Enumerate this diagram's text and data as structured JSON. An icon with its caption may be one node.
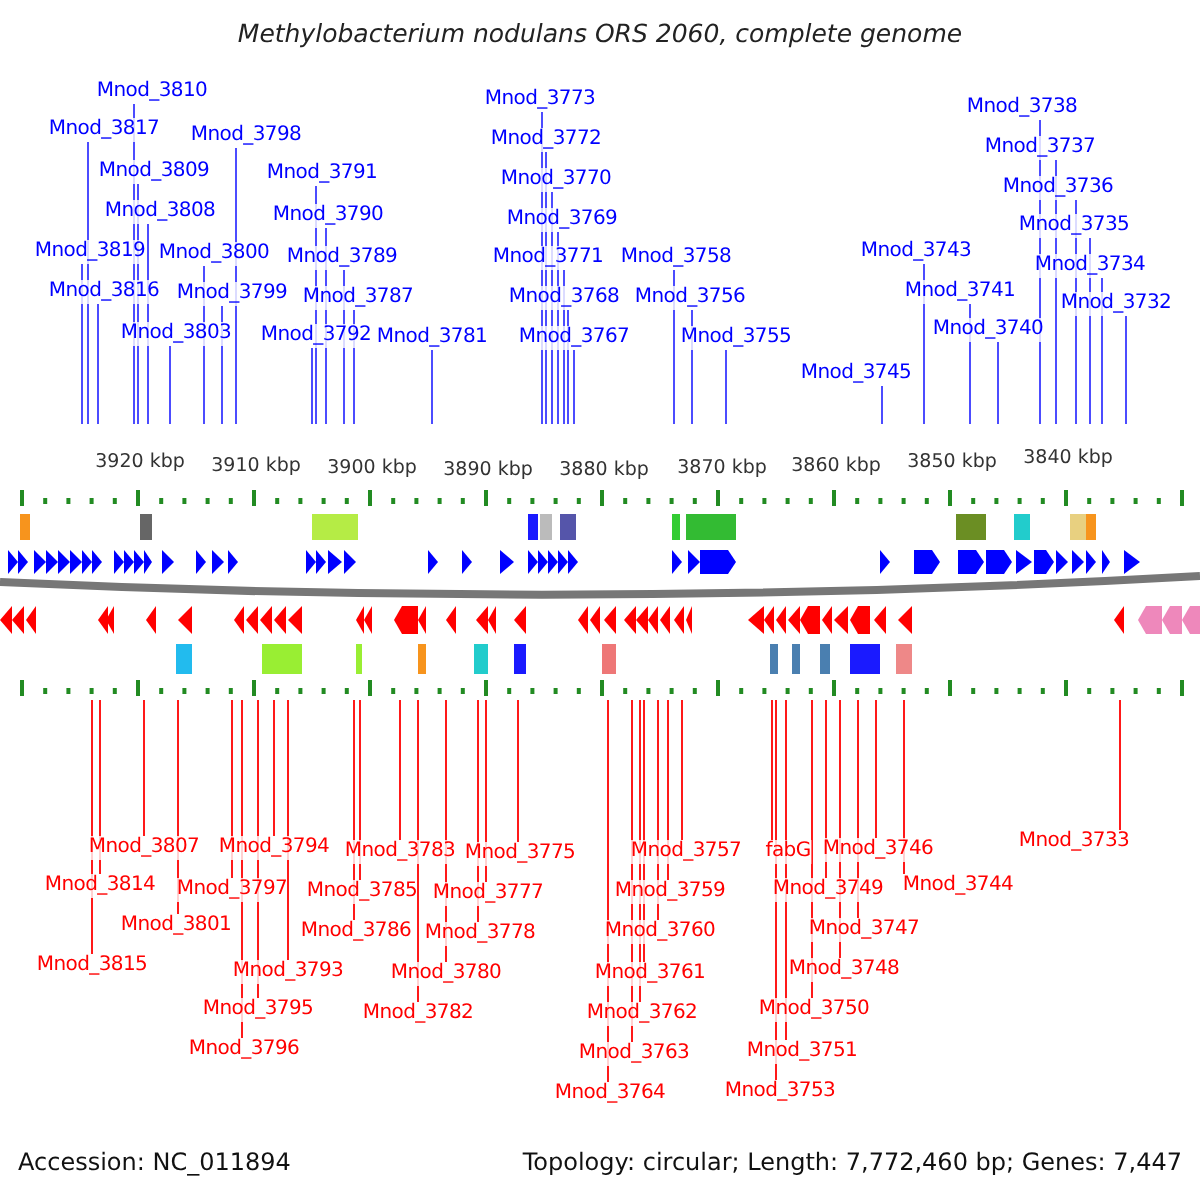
{
  "diagram": {
    "title": "Methylobacterium nodulans ORS 2060, complete genome",
    "nodes": [
      {
        "text": [
          "Mnod_3810"
        ]
      },
      {
        "text": [
          "Mnod_3817"
        ]
      },
      {
        "text": [
          "Mnod_3809"
        ]
      },
      {
        "text": [
          "Mnod_3808"
        ]
      },
      {
        "text": [
          "Mnod_3819"
        ]
      },
      {
        "text": [
          "Mnod_3816"
        ]
      },
      {
        "text": [
          "Mnod_3803"
        ]
      },
      {
        "text": [
          "Mnod_3800"
        ]
      },
      {
        "text": [
          "Mnod_3799"
        ]
      },
      {
        "text": [
          "Mnod_3798"
        ]
      },
      {
        "text": [
          "Mnod_3791"
        ]
      },
      {
        "text": [
          "Mnod_3790"
        ]
      },
      {
        "text": [
          "Mnod_3789"
        ]
      },
      {
        "text": [
          "Mnod_3787"
        ]
      },
      {
        "text": [
          "Mnod_3792"
        ]
      },
      {
        "text": [
          "Mnod_3781"
        ]
      },
      {
        "text": [
          "Mnod_3773"
        ]
      },
      {
        "text": [
          "Mnod_3772"
        ]
      },
      {
        "text": [
          "Mnod_3770"
        ]
      },
      {
        "text": [
          "Mnod_3769"
        ]
      },
      {
        "text": [
          "Mnod_3771"
        ]
      },
      {
        "text": [
          "Mnod_3768"
        ]
      },
      {
        "text": [
          "Mnod_3767"
        ]
      },
      {
        "text": [
          "Mnod_3758"
        ]
      },
      {
        "text": [
          "Mnod_3756"
        ]
      },
      {
        "text": [
          "Mnod_3755"
        ]
      },
      {
        "text": [
          "Mnod_3745"
        ]
      },
      {
        "text": [
          "Mnod_3743"
        ]
      },
      {
        "text": [
          "Mnod_3741"
        ]
      },
      {
        "text": [
          "Mnod_3740"
        ]
      },
      {
        "text": [
          "Mnod_3738"
        ]
      },
      {
        "text": [
          "Mnod_3737"
        ]
      },
      {
        "text": [
          "Mnod_3736"
        ]
      },
      {
        "text": [
          "Mnod_3735"
        ]
      },
      {
        "text": [
          "Mnod_3734"
        ]
      },
      {
        "text": [
          "Mnod_3732"
        ]
      },
      {
        "text": [
          "Mnod_3807"
        ]
      },
      {
        "text": [
          "Mnod_3814"
        ]
      },
      {
        "text": [
          "Mnod_3801"
        ]
      },
      {
        "text": [
          "Mnod_3815"
        ]
      },
      {
        "text": [
          "Mnod_3794"
        ]
      },
      {
        "text": [
          "Mnod_3797"
        ]
      },
      {
        "text": [
          "Mnod_3793"
        ]
      },
      {
        "text": [
          "Mnod_3795"
        ]
      },
      {
        "text": [
          "Mnod_3796"
        ]
      },
      {
        "text": [
          "Mnod_3783"
        ]
      },
      {
        "text": [
          "Mnod_3785"
        ]
      },
      {
        "text": [
          "Mnod_3786"
        ]
      },
      {
        "text": [
          "Mnod_3780"
        ]
      },
      {
        "text": [
          "Mnod_3782"
        ]
      },
      {
        "text": [
          "Mnod_3775"
        ]
      },
      {
        "text": [
          "Mnod_3777"
        ]
      },
      {
        "text": [
          "Mnod_3778"
        ]
      },
      {
        "text": [
          "Mnod_3757"
        ]
      },
      {
        "text": [
          "Mnod_3759"
        ]
      },
      {
        "text": [
          "Mnod_3760"
        ]
      },
      {
        "text": [
          "Mnod_3761"
        ]
      },
      {
        "text": [
          "Mnod_3762"
        ]
      },
      {
        "text": [
          "Mnod_3763"
        ]
      },
      {
        "text": [
          "Mnod_3764"
        ]
      },
      {
        "text": [
          "fabG"
        ]
      },
      {
        "text": [
          "Mnod_3746"
        ]
      },
      {
        "text": [
          "Mnod_3749"
        ]
      },
      {
        "text": [
          "Mnod_3747"
        ]
      },
      {
        "text": [
          "Mnod_3748"
        ]
      },
      {
        "text": [
          "Mnod_3750"
        ]
      },
      {
        "text": [
          "Mnod_3751"
        ]
      },
      {
        "text": [
          "Mnod_3753"
        ]
      },
      {
        "text": [
          "Mnod_3744"
        ]
      },
      {
        "text": [
          "Mnod_3733"
        ]
      }
    ],
    "edges": [
      {
        "from": 0,
        "to": null,
        "arrow": "none",
        "color": "#0000ff"
      },
      {
        "from": 1,
        "to": null,
        "arrow": "none",
        "color": "#0000ff"
      },
      {
        "from": 2,
        "to": null,
        "arrow": "none",
        "color": "#0000ff"
      },
      {
        "from": 3,
        "to": null,
        "arrow": "none",
        "color": "#0000ff"
      },
      {
        "from": 4,
        "to": null,
        "arrow": "none",
        "color": "#0000ff"
      },
      {
        "from": 5,
        "to": null,
        "arrow": "none",
        "color": "#0000ff"
      },
      {
        "from": 6,
        "to": null,
        "arrow": "none",
        "color": "#0000ff"
      },
      {
        "from": 7,
        "to": null,
        "arrow": "none",
        "color": "#0000ff"
      },
      {
        "from": 8,
        "to": null,
        "arrow": "none",
        "color": "#0000ff"
      },
      {
        "from": 9,
        "to": null,
        "arrow": "none",
        "color": "#0000ff"
      },
      {
        "from": 10,
        "to": null,
        "arrow": "none",
        "color": "#0000ff"
      },
      {
        "from": 11,
        "to": null,
        "arrow": "none",
        "color": "#0000ff"
      },
      {
        "from": 12,
        "to": null,
        "arrow": "none",
        "color": "#0000ff"
      },
      {
        "from": 13,
        "to": null,
        "arrow": "none",
        "color": "#0000ff"
      },
      {
        "from": 14,
        "to": null,
        "arrow": "none",
        "color": "#0000ff"
      },
      {
        "from": 15,
        "to": null,
        "arrow": "none",
        "color": "#0000ff"
      },
      {
        "from": 16,
        "to": null,
        "arrow": "none",
        "color": "#0000ff"
      },
      {
        "from": 17,
        "to": null,
        "arrow": "none",
        "color": "#0000ff"
      },
      {
        "from": 18,
        "to": null,
        "arrow": "none",
        "color": "#0000ff"
      },
      {
        "from": 19,
        "to": null,
        "arrow": "none",
        "color": "#0000ff"
      },
      {
        "from": 20,
        "to": null,
        "arrow": "none",
        "color": "#0000ff"
      },
      {
        "from": 21,
        "to": null,
        "arrow": "none",
        "color": "#0000ff"
      },
      {
        "from": 22,
        "to": null,
        "arrow": "none",
        "color": "#0000ff"
      },
      {
        "from": 23,
        "to": null,
        "arrow": "none",
        "color": "#0000ff"
      },
      {
        "from": 24,
        "to": null,
        "arrow": "none",
        "color": "#0000ff"
      },
      {
        "from": 25,
        "to": null,
        "arrow": "none",
        "color": "#0000ff"
      },
      {
        "from": 26,
        "to": null,
        "arrow": "none",
        "color": "#0000ff"
      },
      {
        "from": 27,
        "to": null,
        "arrow": "none",
        "color": "#0000ff"
      },
      {
        "from": 28,
        "to": null,
        "arrow": "none",
        "color": "#0000ff"
      },
      {
        "from": 29,
        "to": null,
        "arrow": "none",
        "color": "#0000ff"
      },
      {
        "from": 30,
        "to": null,
        "arrow": "none",
        "color": "#0000ff"
      },
      {
        "from": 31,
        "to": null,
        "arrow": "none",
        "color": "#0000ff"
      },
      {
        "from": 32,
        "to": null,
        "arrow": "none",
        "color": "#0000ff"
      },
      {
        "from": 33,
        "to": null,
        "arrow": "none",
        "color": "#0000ff"
      },
      {
        "from": 34,
        "to": null,
        "arrow": "none",
        "color": "#0000ff"
      },
      {
        "from": 35,
        "to": null,
        "arrow": "none",
        "color": "#0000ff"
      },
      {
        "from": 36,
        "to": null,
        "arrow": "none",
        "color": "#ff0000"
      },
      {
        "from": 37,
        "to": null,
        "arrow": "none",
        "color": "#ff0000"
      },
      {
        "from": 38,
        "to": null,
        "arrow": "none",
        "color": "#ff0000"
      },
      {
        "from": 39,
        "to": null,
        "arrow": "none",
        "color": "#ff0000"
      },
      {
        "from": 40,
        "to": null,
        "arrow": "none",
        "color": "#ff0000"
      },
      {
        "from": 41,
        "to": null,
        "arrow": "none",
        "color": "#ff0000"
      },
      {
        "from": 42,
        "to": null,
        "arrow": "none",
        "color": "#ff0000"
      },
      {
        "from": 43,
        "to": null,
        "arrow": "none",
        "color": "#ff0000"
      },
      {
        "from": 44,
        "to": null,
        "arrow": "none",
        "color": "#ff0000"
      },
      {
        "from": 45,
        "to": null,
        "arrow": "none",
        "color": "#ff0000"
      },
      {
        "from": 46,
        "to": null,
        "arrow": "none",
        "color": "#ff0000"
      },
      {
        "from": 47,
        "to": null,
        "arrow": "none",
        "color": "#ff0000"
      },
      {
        "from": 48,
        "to": null,
        "arrow": "none",
        "color": "#ff0000"
      },
      {
        "from": 49,
        "to": null,
        "arrow": "none",
        "color": "#ff0000"
      },
      {
        "from": 50,
        "to": null,
        "arrow": "none",
        "color": "#ff0000"
      },
      {
        "from": 51,
        "to": null,
        "arrow": "none",
        "color": "#ff0000"
      },
      {
        "from": 52,
        "to": null,
        "arrow": "none",
        "color": "#ff0000"
      },
      {
        "from": 53,
        "to": null,
        "arrow": "none",
        "color": "#ff0000"
      },
      {
        "from": 54,
        "to": null,
        "arrow": "none",
        "color": "#ff0000"
      },
      {
        "from": 55,
        "to": null,
        "arrow": "none",
        "color": "#ff0000"
      },
      {
        "from": 56,
        "to": null,
        "arrow": "none",
        "color": "#ff0000"
      },
      {
        "from": 57,
        "to": null,
        "arrow": "none",
        "color": "#ff0000"
      },
      {
        "from": 58,
        "to": null,
        "arrow": "none",
        "color": "#ff0000"
      },
      {
        "from": 59,
        "to": null,
        "arrow": "none",
        "color": "#ff0000"
      },
      {
        "from": 60,
        "to": null,
        "arrow": "none",
        "color": "#ff0000"
      },
      {
        "from": 61,
        "to": null,
        "arrow": "none",
        "color": "#ff0000"
      },
      {
        "from": 62,
        "to": null,
        "arrow": "none",
        "color": "#ff0000"
      },
      {
        "from": 63,
        "to": null,
        "arrow": "none",
        "color": "#ff0000"
      },
      {
        "from": 64,
        "to": null,
        "arrow": "none",
        "color": "#ff0000"
      },
      {
        "from": 65,
        "to": null,
        "arrow": "none",
        "color": "#ff0000"
      },
      {
        "from": 66,
        "to": null,
        "arrow": "none",
        "color": "#ff0000"
      },
      {
        "from": 67,
        "to": null,
        "arrow": "none",
        "color": "#ff0000"
      },
      {
        "from": 68,
        "to": null,
        "arrow": "none",
        "color": "#ff0000"
      },
      {
        "from": 69,
        "to": null,
        "arrow": "none",
        "color": "#ff0000"
      }
    ],
    "labels": [
      "3920 kbp",
      "3910 kbp",
      "3900 kbp",
      "3890 kbp",
      "3880 kbp",
      "3870 kbp",
      "3860 kbp",
      "3850 kbp",
      "3840 kbp",
      "Accession: NC_011894",
      "Topology: circular; Length: 7,772,460 bp; Genes: 7,447"
    ]
  }
}
